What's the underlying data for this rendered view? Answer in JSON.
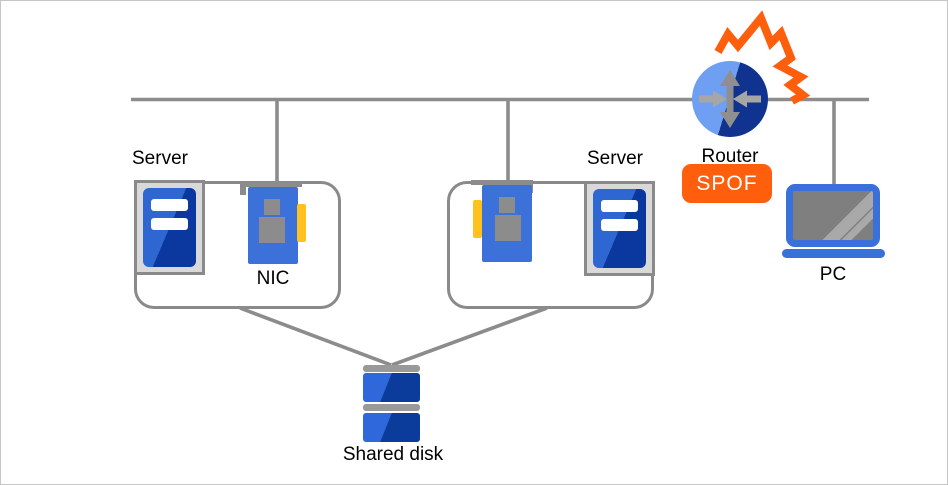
{
  "labels": {
    "server_left": "Server",
    "server_right": "Server",
    "nic": "NIC",
    "router": "Router",
    "spof": "SPOF",
    "pc": "PC",
    "shared_disk": "Shared disk"
  },
  "colors": {
    "connector_gray": "#8c8c8c",
    "box_border_gray": "#8a8a8a",
    "device_blue": "#3b71d8",
    "device_blue_dark": "#0b3a9e",
    "router_light_blue": "#6f9ff2",
    "router_dark_blue": "#0f338e",
    "alert_orange": "#ff5f0d",
    "nic_connector_yellow": "#ffc11e",
    "chip_gray": "#8c8c8c",
    "server_frame_gray": "#d9d9d9",
    "screen_gray": "#7f7f7f",
    "disk_cap_gray": "#999999"
  }
}
